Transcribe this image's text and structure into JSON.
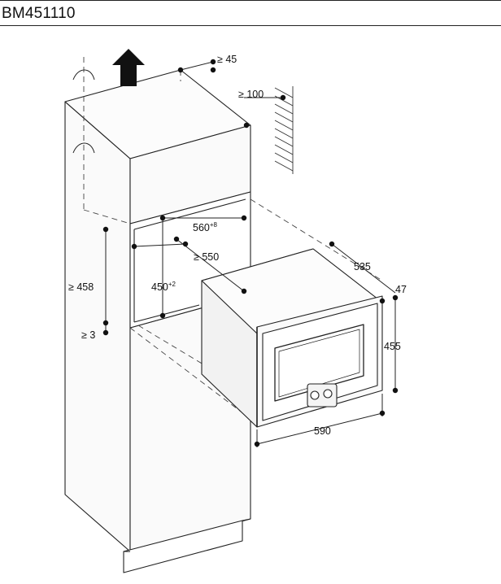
{
  "header": {
    "model": "BM451110"
  },
  "dimensions": {
    "top_gap": "≥ 45",
    "back_gap": "≥ 100",
    "niche_width_base": "560",
    "niche_width_tol": "+8",
    "niche_depth": "≥ 550",
    "niche_height_base": "450",
    "niche_height_tol": "+2",
    "cabinet_height": "≥ 458",
    "bottom_gap": "≥ 3",
    "appliance_depth": "535",
    "front_depth": "47",
    "appliance_height": "455",
    "appliance_width": "590"
  },
  "colors": {
    "line": "#222222",
    "panel": "#f6f6f6",
    "appliance_side": "#f2f2f2"
  }
}
